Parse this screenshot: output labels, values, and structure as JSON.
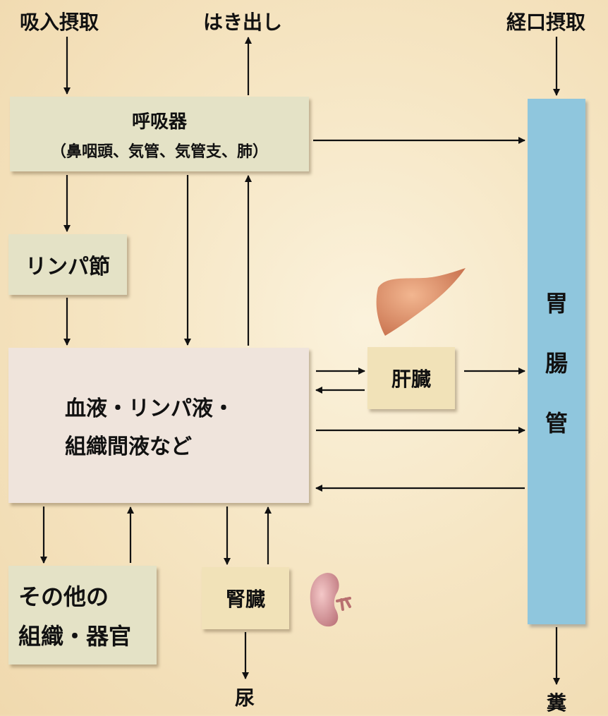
{
  "top_labels": {
    "inhalation": "吸入摂取",
    "exhalation": "はき出し",
    "oral": "経口摂取"
  },
  "boxes": {
    "respiratory_line1": "呼吸器",
    "respiratory_line2": "（鼻咽頭、気管、気管支、肺）",
    "lymph_node": "リンパ節",
    "blood_line1": "血液・リンパ液・",
    "blood_line2": "組織間液など",
    "liver": "肝臓",
    "kidney": "腎臓",
    "other_line1": "その他の",
    "other_line2": "組織・器官"
  },
  "gi_tract": [
    "胃",
    "腸",
    "管"
  ],
  "bottom_labels": {
    "urine": "尿",
    "feces": "糞"
  },
  "colors": {
    "gi_tract": "#8fc6dd",
    "green_box": "#e4e2c6",
    "blood_box": "#efe4dc",
    "tan_box": "#f1e2b8"
  }
}
